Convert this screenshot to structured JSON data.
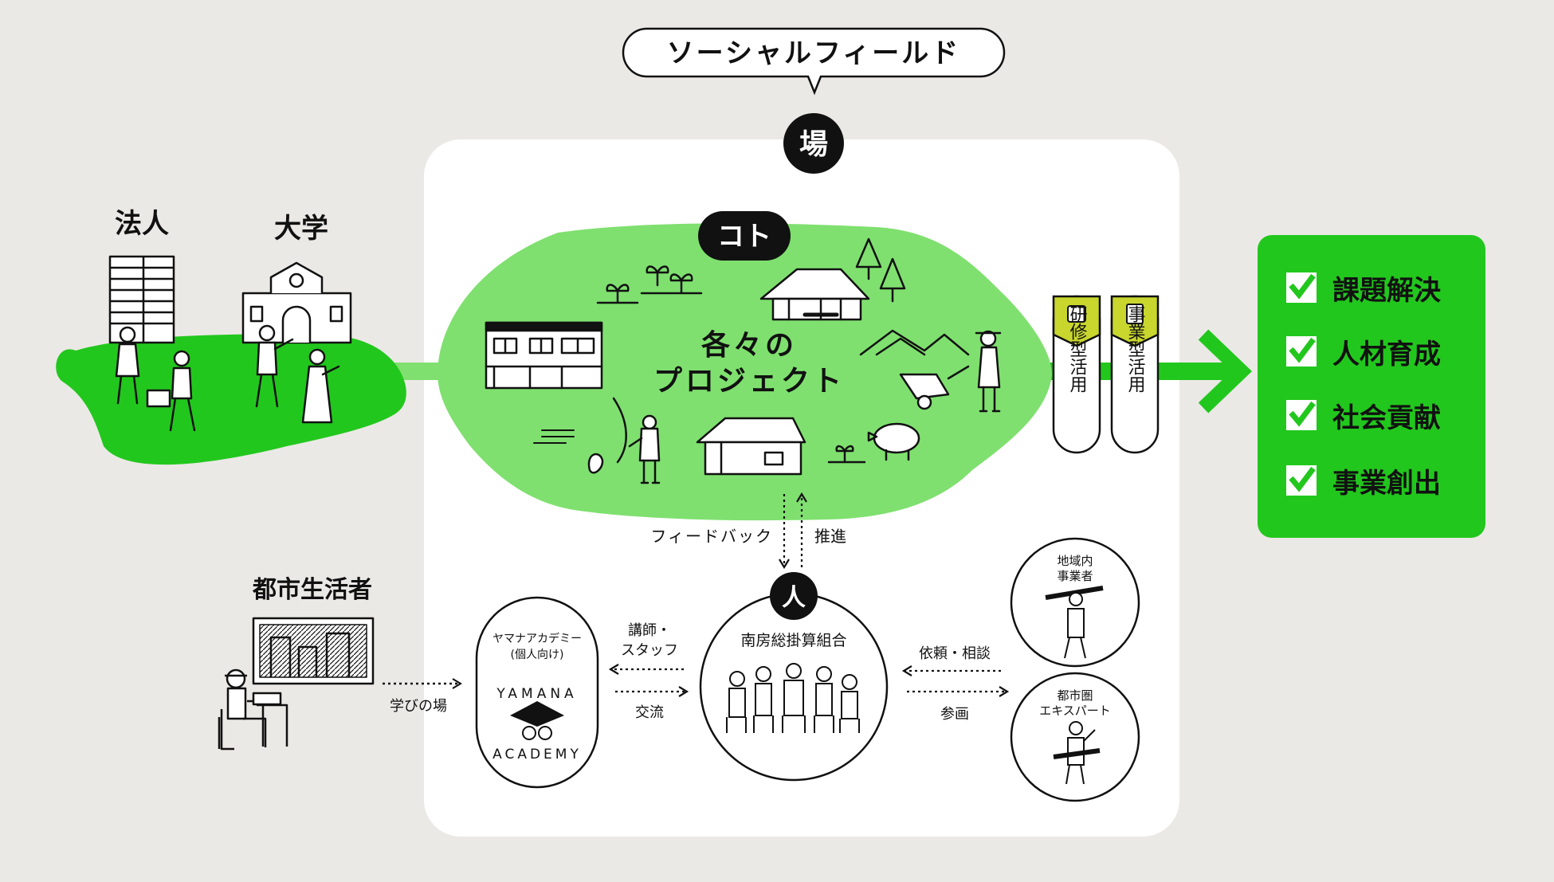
{
  "title": "ソーシャルフィールド",
  "field_badge": "場",
  "koto_badge": "コト",
  "project_label": [
    "各々の",
    "プロジェクト"
  ],
  "left_entities": [
    {
      "label": "法人"
    },
    {
      "label": "大学"
    }
  ],
  "urban_resident": "都市生活者",
  "learning_place": "学びの場",
  "usage_tabs": [
    {
      "label": "研修型活用",
      "icon": "training-icon"
    },
    {
      "label": "事業型活用",
      "icon": "document-icon"
    }
  ],
  "outcomes": [
    "課題解決",
    "人材育成",
    "社会貢献",
    "事業創出"
  ],
  "feedback_label": "フィードバック",
  "promote_label": "推進",
  "person_badge": "人",
  "cooperative": "南房総掛算組合",
  "academy": {
    "name": "ヤマナアカデミー",
    "note": "(個人向け)",
    "logo_top": "YAMANA",
    "logo_bottom": "ACADEMY"
  },
  "academy_links": {
    "top": [
      "講師・",
      "スタッフ"
    ],
    "bottom": "交流"
  },
  "right_links": {
    "top": "依頼・相談",
    "bottom": "参画"
  },
  "local_business": [
    "地域内",
    "事業者"
  ],
  "urban_expert": [
    "都市圏",
    "エキスパート"
  ],
  "colors": {
    "background": "#ebe9e6",
    "accent_green": "#22c71d",
    "light_green": "#7fe06f",
    "panel_white": "#ffffff",
    "ink": "#111111"
  }
}
